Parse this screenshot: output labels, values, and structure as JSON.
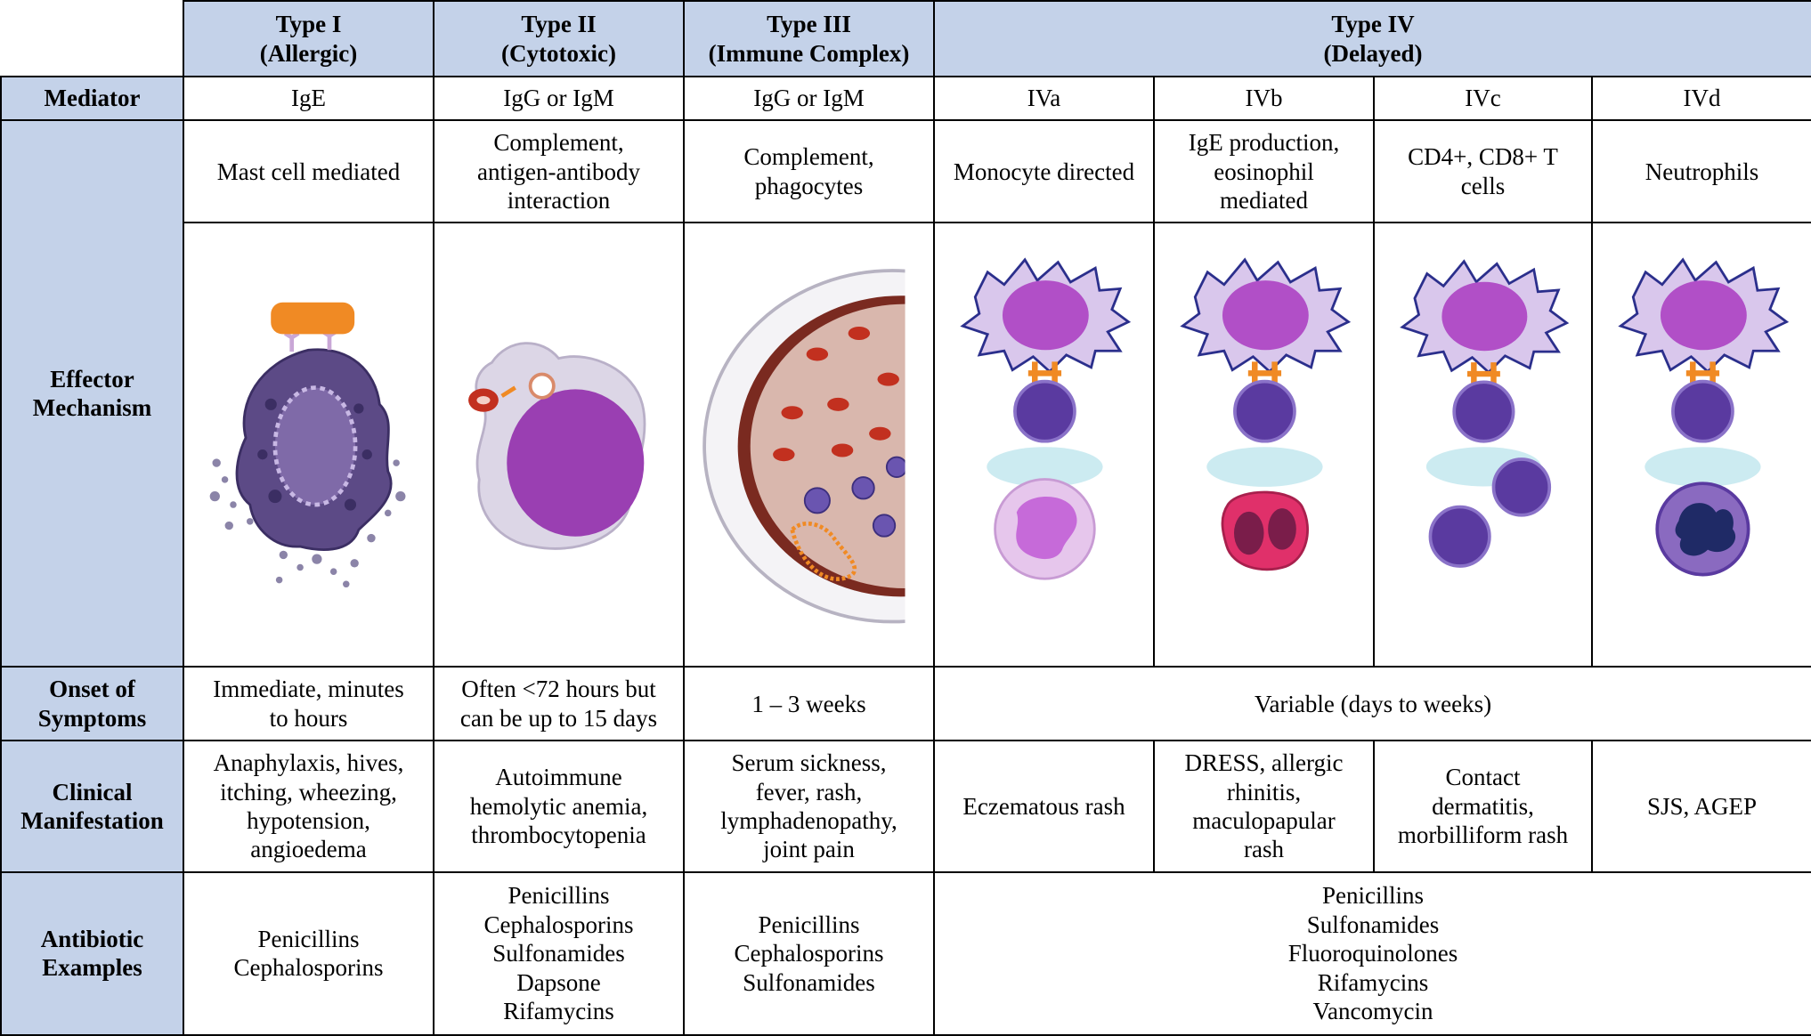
{
  "header": {
    "type_i": [
      "Type I",
      "(Allergic)"
    ],
    "type_ii": [
      "Type II",
      "(Cytotoxic)"
    ],
    "type_iii": [
      "Type III",
      "(Immune Complex)"
    ],
    "type_iv": [
      "Type IV",
      "(Delayed)"
    ]
  },
  "rows": {
    "mediator": {
      "label": [
        "Mediator"
      ],
      "values": [
        "IgE",
        "IgG or IgM",
        "IgG or IgM",
        "IVa",
        "IVb",
        "IVc",
        "IVd"
      ]
    },
    "effector": {
      "label": [
        "Effector",
        "Mechanism"
      ],
      "values": [
        [
          "Mast cell mediated"
        ],
        [
          "Complement,",
          "antigen-antibody",
          "interaction"
        ],
        [
          "Complement,",
          "phagocytes"
        ],
        [
          "Monocyte directed"
        ],
        [
          "IgE production,",
          "eosinophil",
          "mediated"
        ],
        [
          "CD4+, CD8+ T",
          "cells"
        ],
        [
          "Neutrophils"
        ]
      ]
    },
    "onset": {
      "label": [
        "Onset of",
        "Symptoms"
      ],
      "values": [
        [
          "Immediate, minutes",
          "to hours"
        ],
        [
          "Often <72 hours but",
          "can be up to 15 days"
        ],
        [
          "1 – 3 weeks"
        ],
        [
          "Variable (days to weeks)"
        ]
      ]
    },
    "clinical": {
      "label": [
        "Clinical",
        "Manifestation"
      ],
      "values": [
        [
          "Anaphylaxis, hives,",
          "itching, wheezing,",
          "hypotension,",
          "angioedema"
        ],
        [
          "Autoimmune",
          "hemolytic anemia,",
          "thrombocytopenia"
        ],
        [
          "Serum sickness,",
          "fever, rash,",
          "lymphadenopathy,",
          "joint pain"
        ],
        [
          "Eczematous rash"
        ],
        [
          "DRESS, allergic",
          "rhinitis,",
          "maculopapular",
          "rash"
        ],
        [
          "Contact",
          "dermatitis,",
          "morbilliform rash"
        ],
        [
          "SJS, AGEP"
        ]
      ]
    },
    "antibiotic": {
      "label": [
        "Antibiotic",
        "Examples"
      ],
      "values": [
        [
          "Penicillins",
          "Cephalosporins"
        ],
        [
          "Penicillins",
          "Cephalosporins",
          "Sulfonamides",
          "Dapsone",
          "Rifamycins"
        ],
        [
          "Penicillins",
          "Cephalosporins",
          "Sulfonamides"
        ],
        [
          "Penicillins",
          "Sulfonamides",
          "Fluoroquinolones",
          "Rifamycins",
          "Vancomycin"
        ]
      ]
    }
  },
  "colors": {
    "header_fill": "#c4d2e9",
    "border": "#000000",
    "ige_orange": "#f08a24",
    "mast_cell": "#5c4a86",
    "nucleus_purple": "#9a3fb2",
    "macrophage": "#d9c7ec",
    "rbc_red": "#c2301f",
    "eosinophil_pink": "#e0306a"
  },
  "illustrations": [
    "mast-cell-illustration",
    "cytotoxic-cell-illustration",
    "immune-complex-vessel-illustration",
    "monocyte-activation-illustration",
    "eosinophil-activation-illustration",
    "t-cell-activation-illustration",
    "neutrophil-activation-illustration"
  ]
}
